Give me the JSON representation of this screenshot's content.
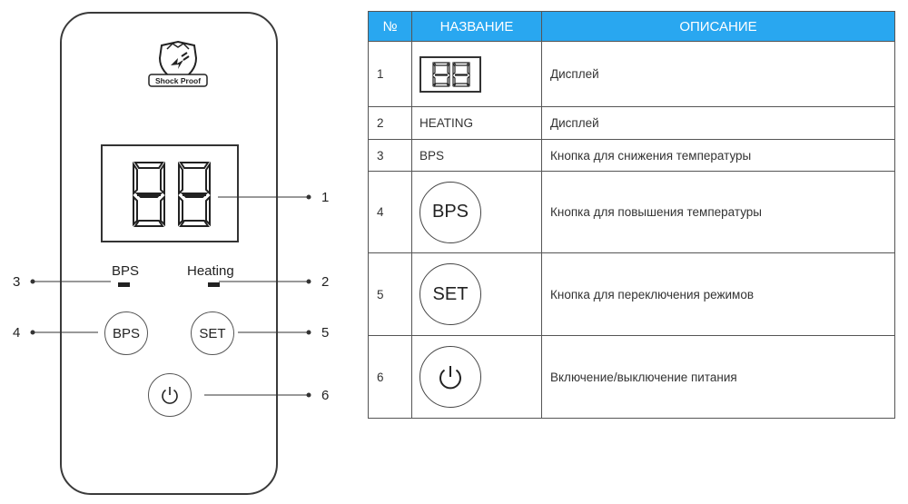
{
  "panel": {
    "logo_text": "Shock Proof",
    "display_value": "88",
    "labels": {
      "bps": "BPS",
      "heating": "Heating"
    },
    "buttons": {
      "bps": "BPS",
      "set": "SET"
    },
    "power_icon": "power-icon"
  },
  "callouts": [
    "1",
    "2",
    "3",
    "4",
    "5",
    "6"
  ],
  "table": {
    "header": {
      "num": "№",
      "name": "НАЗВАНИЕ",
      "desc": "ОПИСАНИЕ"
    },
    "header_color": "#29a7f0",
    "rows": [
      {
        "num": "1",
        "name_icon": "seven-segment-display-icon",
        "desc": "Дисплей"
      },
      {
        "num": "2",
        "name": "HEATING",
        "desc": "Дисплей"
      },
      {
        "num": "3",
        "name": "BPS",
        "desc": "Кнопка для снижения температуры"
      },
      {
        "num": "4",
        "name_button": "BPS",
        "desc": "Кнопка для повышения температуры"
      },
      {
        "num": "5",
        "name_button": "SET",
        "desc": "Кнопка для переключения режимов"
      },
      {
        "num": "6",
        "name_icon": "power-icon",
        "desc": "Включение/выключение питания"
      }
    ]
  }
}
